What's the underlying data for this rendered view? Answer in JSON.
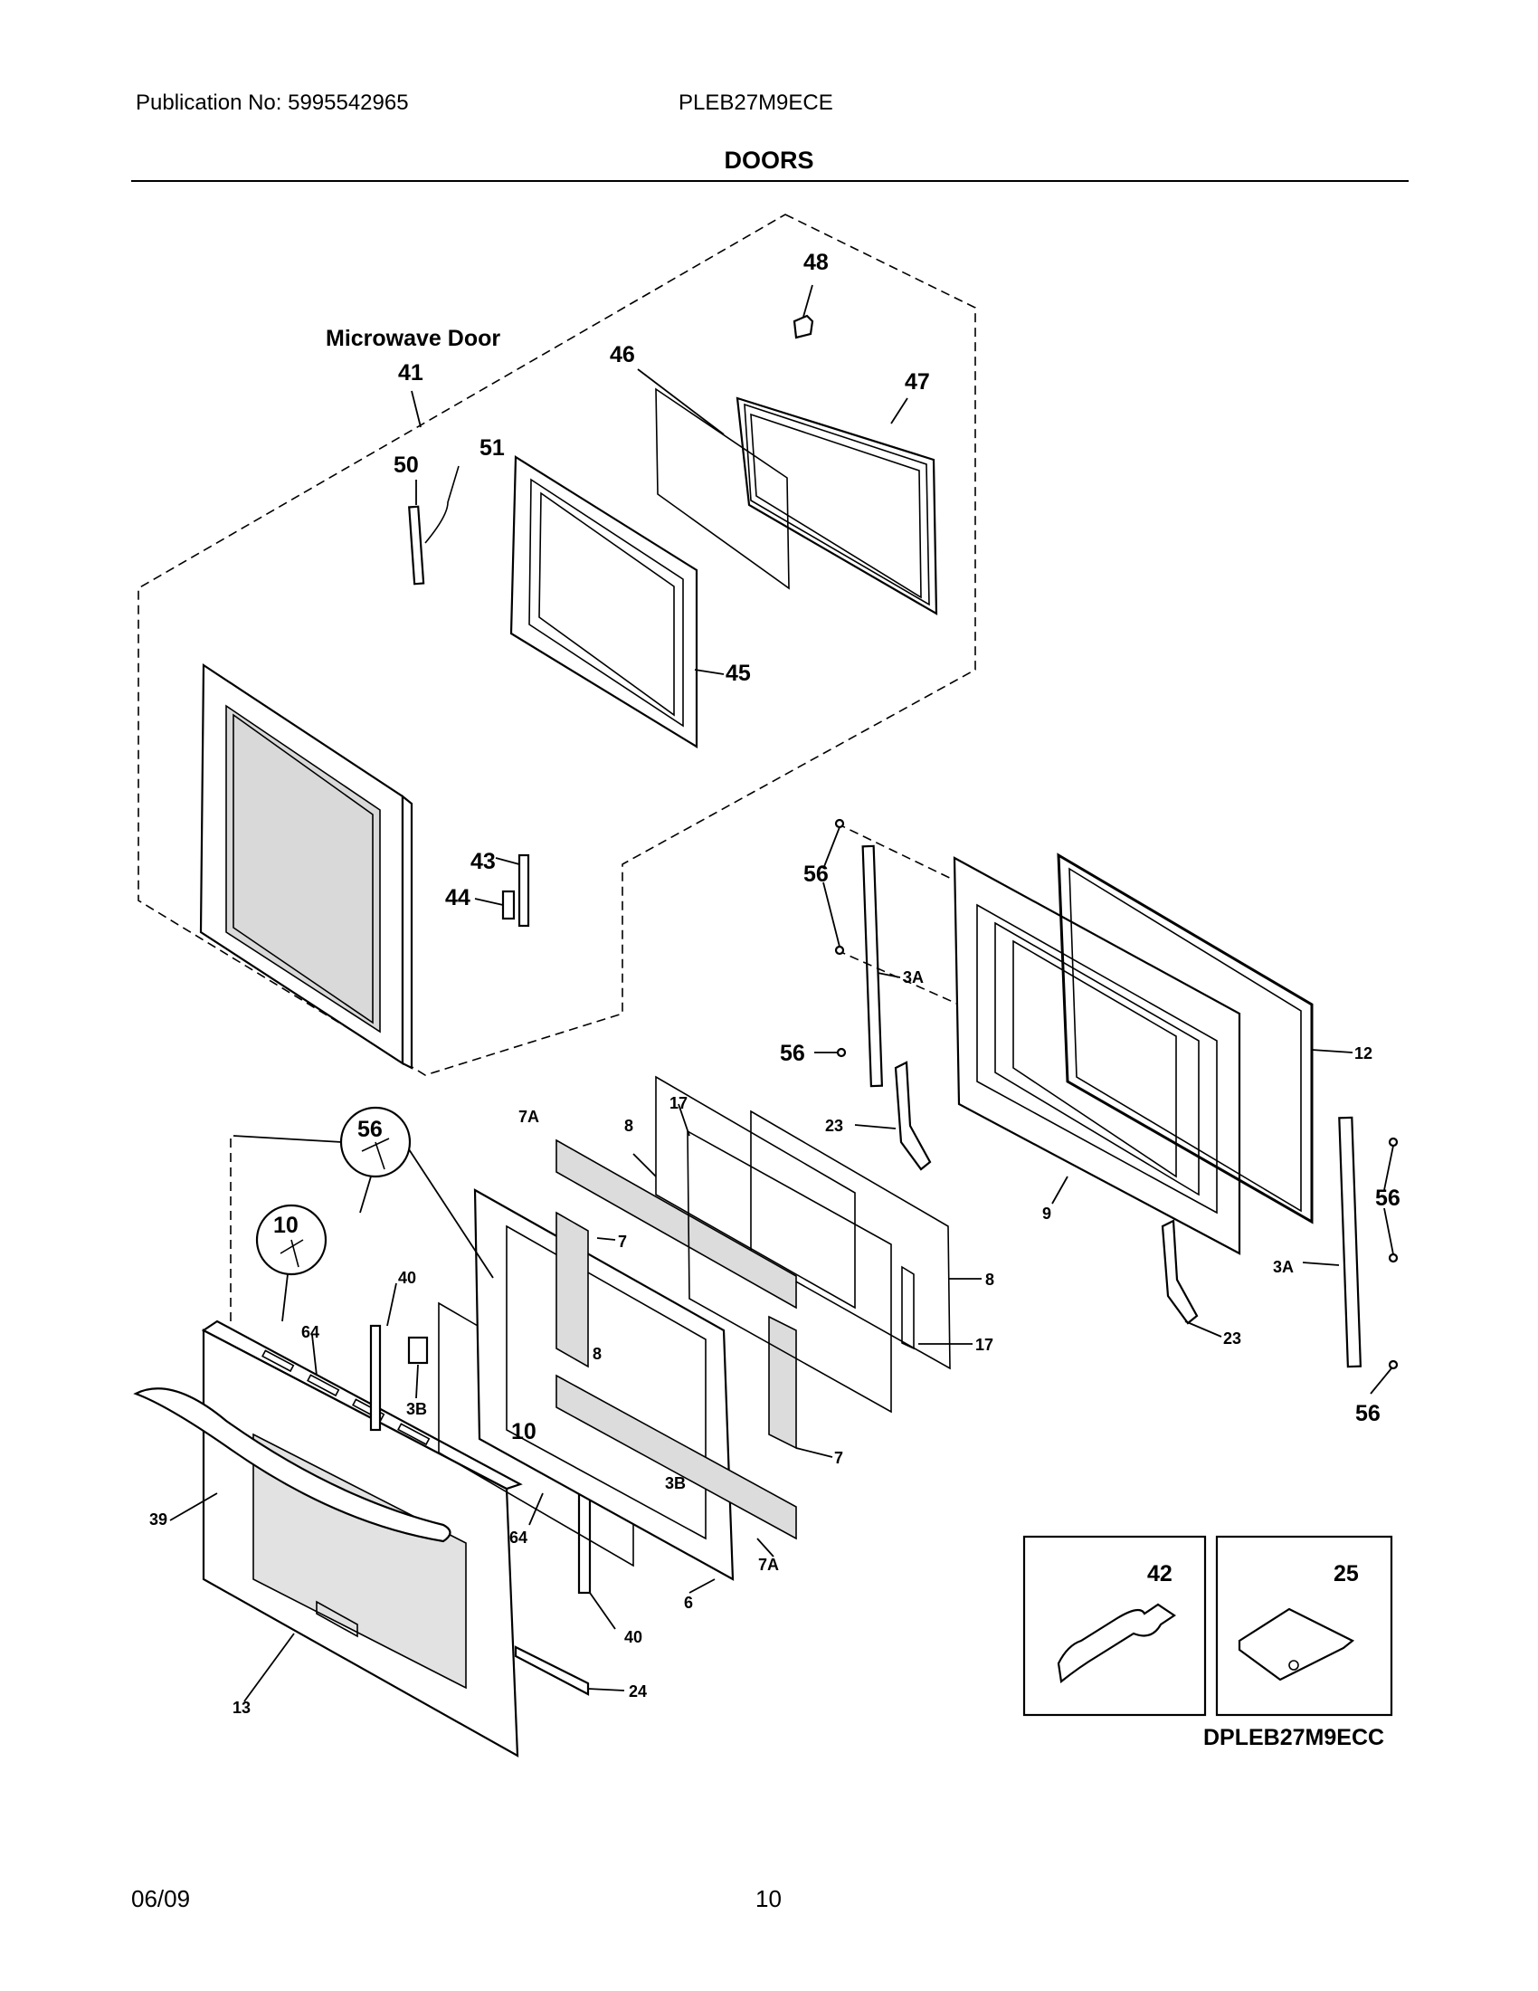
{
  "header": {
    "publication": "Publication No: 5995542965",
    "model": "PLEB27M9ECE"
  },
  "title": "DOORS",
  "section_label": "Microwave Door",
  "diagram_code": "DPLEB27M9ECC",
  "footer": {
    "date": "06/09",
    "page": "10"
  },
  "callouts": {
    "p48": "48",
    "p41": "41",
    "p46": "46",
    "p47": "47",
    "p50": "50",
    "p51": "51",
    "p45": "45",
    "p43": "43",
    "p44": "44",
    "p56a": "56",
    "p3a_a": "3A",
    "p56b": "56",
    "p12": "12",
    "p23a": "23",
    "p9": "9",
    "p56c": "56",
    "p3a_b": "3A",
    "p23b": "23",
    "p56d": "56",
    "p56e": "56",
    "p10a": "10",
    "p7a_a": "7A",
    "p8a": "8",
    "p17a": "17",
    "p7a": "7",
    "p40a": "40",
    "p64a": "64",
    "p3b_a": "3B",
    "p8b": "8",
    "p8c": "8",
    "p17b": "17",
    "p10b": "10",
    "p3b_b": "3B",
    "p7b": "7",
    "p39": "39",
    "p64b": "64",
    "p7a_b": "7A",
    "p6": "6",
    "p40b": "40",
    "p13": "13",
    "p24": "24",
    "p42": "42",
    "p25": "25"
  }
}
